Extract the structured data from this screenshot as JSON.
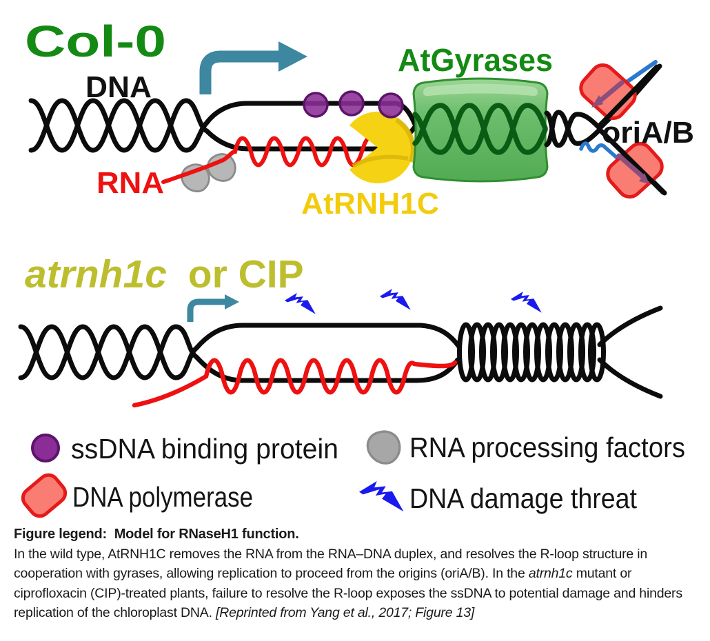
{
  "figure": {
    "panels": {
      "wild_type": {
        "title": "Col-0",
        "dna_label": "DNA",
        "rna_label": "RNA",
        "rnh1c_label": "AtRNH1C",
        "gyrases_label": "AtGyrases",
        "origin_label": "oriA/B"
      },
      "mutant": {
        "title_italic": "atrnh1c",
        "title_rest": "or CIP"
      }
    },
    "legend": {
      "items": [
        {
          "symbol": "ssdna-binding-protein",
          "label": "ssDNA binding protein"
        },
        {
          "symbol": "rna-processing-factors",
          "label": "RNA processing factors"
        },
        {
          "symbol": "dna-polymerase",
          "label": "DNA polymerase"
        },
        {
          "symbol": "dna-damage-threat",
          "label": "DNA damage threat"
        }
      ]
    },
    "colors": {
      "green_label": "#148a14",
      "olive_label": "#bdbe2e",
      "yellow_label": "#f2cc0c",
      "red": "#ee1111",
      "teal_arrow": "#3e87a1",
      "purple_protein": "#8a2d96",
      "gray_factor": "#a7a7a7",
      "polymerase_fill": "#f97d72",
      "polymerase_stroke": "#e51a1a",
      "damage_blue": "#1a1aee",
      "gyrase_green": "#58b258",
      "black_strand": "#0c0c0c"
    }
  },
  "caption": {
    "heading": "Figure legend:  Model for RNaseH1 function.",
    "body_1": "In the wild type, AtRNH1C removes the RNA from the RNA–DNA duplex, and resolves the R-loop structure in cooperation with gyrases, allowing replication to proceed from the origins (oriA/B). In the ",
    "body_italic": "atrnh1c",
    "body_2": " mutant or ciprofloxacin (CIP)-treated plants, failure to resolve the R-loop exposes the ssDNA to potential damage and hinders replication of the chloroplast DNA. ",
    "body_reprint": "[Reprinted from Yang et al., 2017; Figure 13]"
  }
}
